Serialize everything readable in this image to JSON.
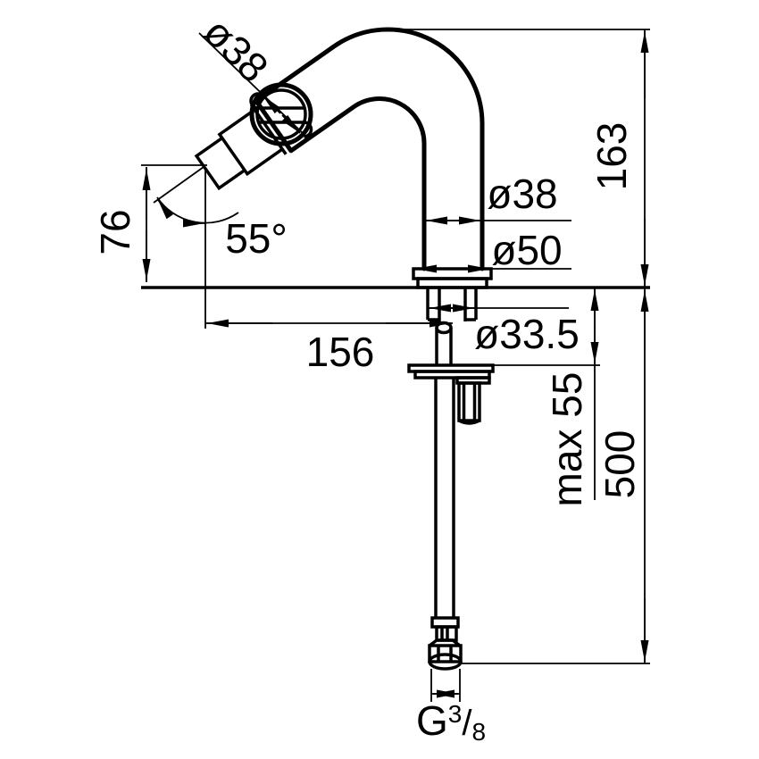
{
  "diagram": {
    "type": "technical-drawing",
    "subject": "single-hole bidet mixer tap, side elevation with dimensions",
    "background": "#ffffff",
    "line_color": "#000000",
    "labels": {
      "spout_diameter": "ø38",
      "total_height": "163",
      "body_diameter": "ø38",
      "base_diameter": "ø50",
      "spout_height": "76",
      "spout_angle": "55°",
      "spout_reach": "156",
      "shank_diameter": "ø33.5",
      "max_deck_thickness": "max 55",
      "hose_length": "500",
      "thread": {
        "g": "G",
        "numerator": "3",
        "slash": "/",
        "denominator": "8"
      }
    }
  }
}
